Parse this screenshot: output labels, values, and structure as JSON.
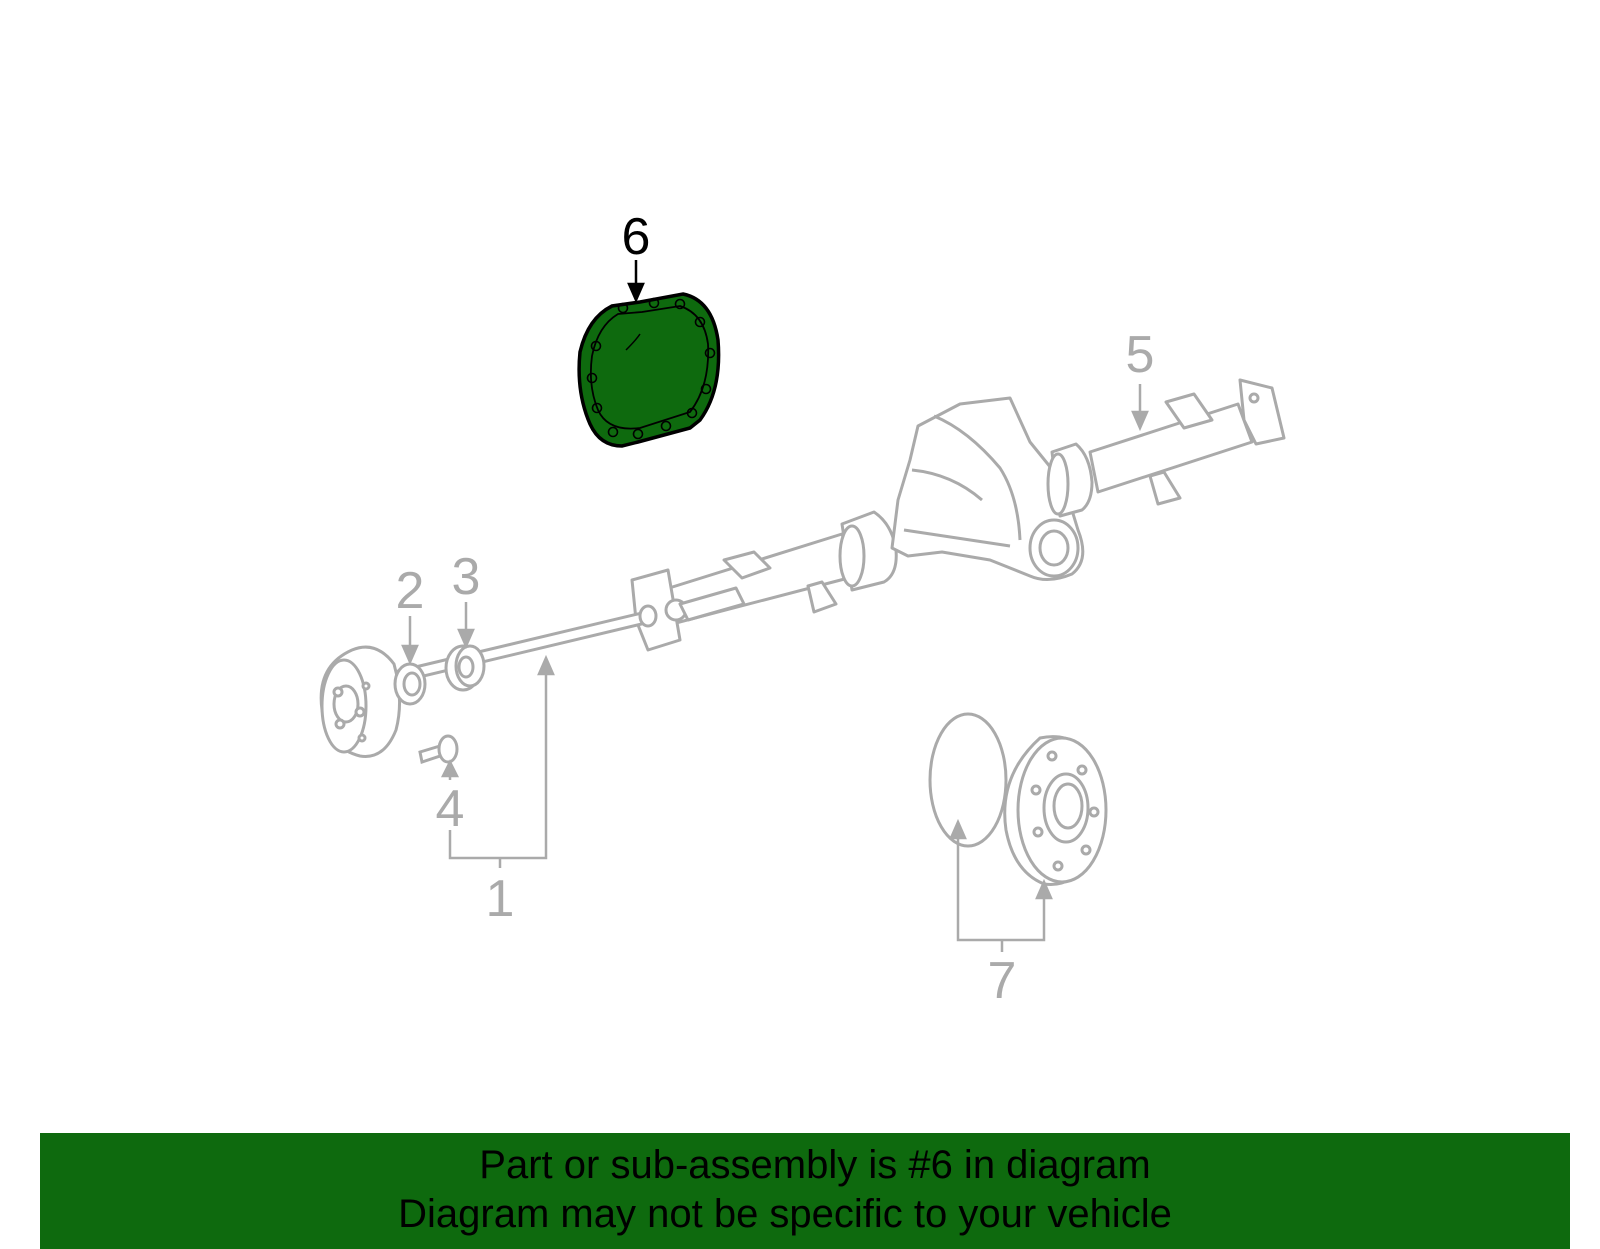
{
  "diagram": {
    "callouts": [
      "6",
      "5",
      "2",
      "3",
      "4",
      "1",
      "7"
    ],
    "highlight_color": "#0e6a0e",
    "line_color": "#aaaaaa",
    "active_color": "#000000"
  },
  "banner": {
    "line1": "Part or sub-assembly is #6 in diagram",
    "line2": "Diagram may not be specific to your vehicle",
    "background": "#0e6a0e"
  }
}
